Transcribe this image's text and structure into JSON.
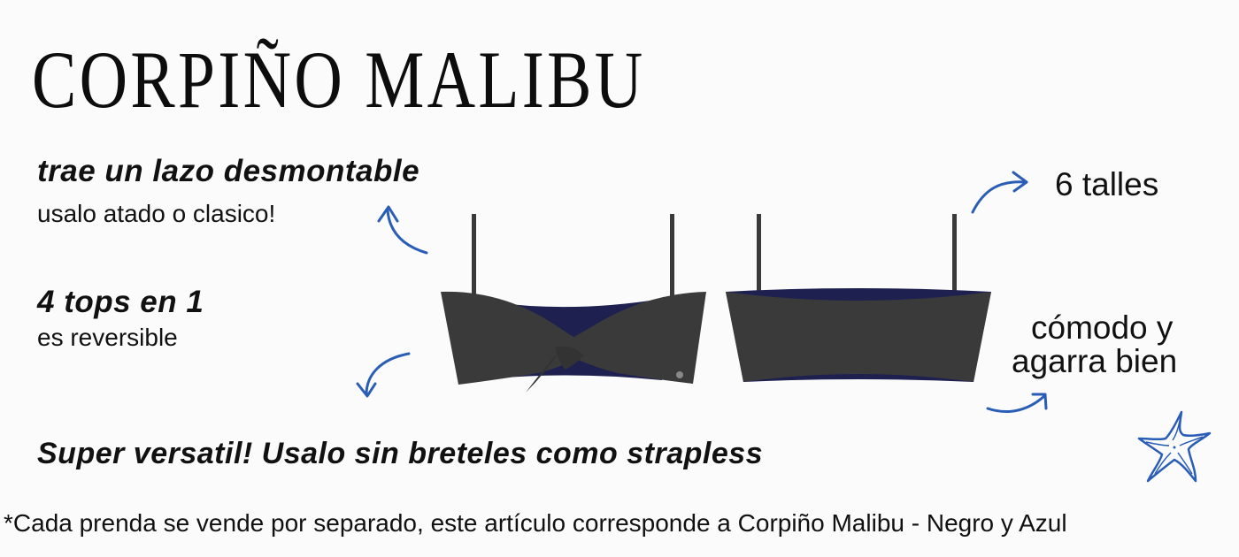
{
  "title": "CORPIÑO MALIBU",
  "features": {
    "lazo": {
      "heading": "trae un lazo desmontable",
      "sub": "usalo atado o clasico!"
    },
    "tops": {
      "heading": "4 tops en 1",
      "sub": "es reversible"
    },
    "versatil": {
      "heading": "Super versatil! Usalo sin breteles como strapless"
    },
    "talles": {
      "label": "6 talles"
    },
    "comodo": {
      "line1": "cómodo y",
      "line2": "agarra bien"
    }
  },
  "footnote": "*Cada prenda se vende por separado, este artículo corresponde a Corpiño Malibu - Negro y Azul",
  "icons": [
    "arrow-up-icon",
    "arrow-down-icon",
    "arrow-right-icon",
    "arrow-up-right-icon",
    "starfish-icon"
  ],
  "colors": {
    "garment_black": "#3a3a3a",
    "garment_navy": "#1e2150",
    "accent_blue": "#2a5db5",
    "background": "#fbfbfb"
  }
}
